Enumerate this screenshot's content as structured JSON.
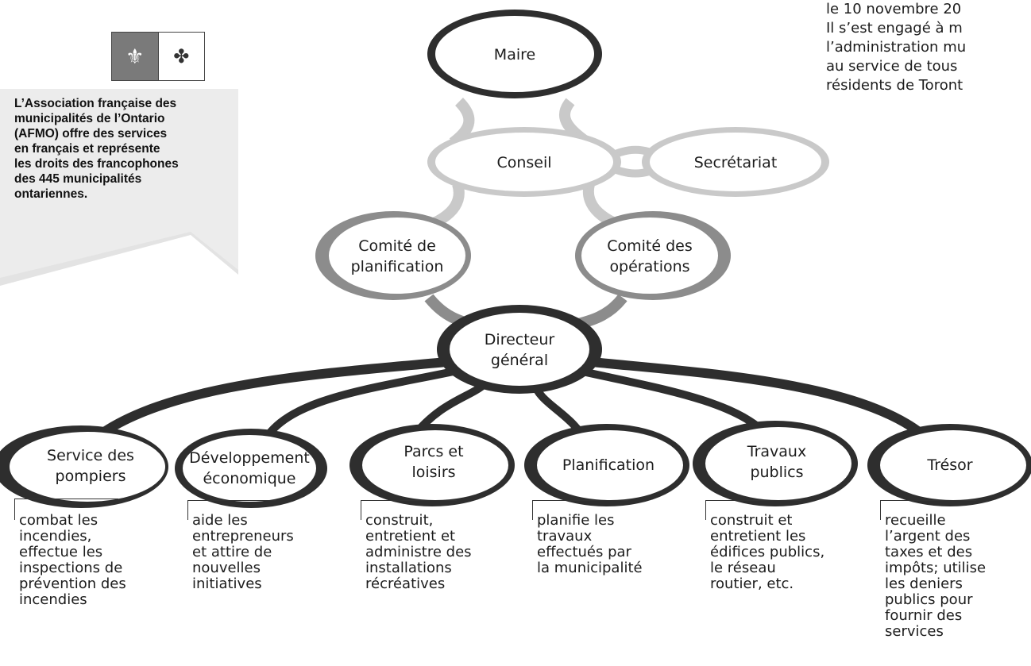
{
  "callout": {
    "text": "L’Association française des\nmunicipalités de l’Ontario\n(AFMO) offre des services\nen français et représente\nles droits des francophones\ndes 445 municipalités\nontariennes.",
    "flag_left_icon": "fleur-de-lis-icon",
    "flag_right_icon": "trillium-icon"
  },
  "side_text": "le 10 novembre 20\nIl s’est engagé à m\nl’administration mu\nau service de tous\nrésidents de Toront",
  "nodes": {
    "maire": "Maire",
    "conseil": "Conseil",
    "secretariat": "Secrétariat",
    "comite_planif_1": "Comité de",
    "comite_planif_2": "planification",
    "comite_oper_1": "Comité des",
    "comite_oper_2": "opérations",
    "directeur_1": "Directeur",
    "directeur_2": "général",
    "pompiers_1": "Service des",
    "pompiers_2": "pompiers",
    "dev_1": "Développement",
    "dev_2": "économique",
    "parcs_1": "Parcs et",
    "parcs_2": "loisirs",
    "planification": "Planification",
    "travaux_1": "Travaux",
    "travaux_2": "publics",
    "tresor": "Trésor"
  },
  "descriptions": {
    "pompiers": "combat les\nincendies,\neffectue les\ninspections de\nprévention des\nincendies",
    "dev": "aide les\nentrepreneurs\net attire de\nnouvelles\ninitiatives",
    "parcs": "construit,\nentretient et\nadministre des\ninstallations\nrécréatives",
    "planification": "planifie les\ntravaux\neffectués par\nla municipalité",
    "travaux": "construit et\nentretient les\nédifices publics,\nle réseau\nroutier, etc.",
    "tresor": "recueille\nl’argent des\ntaxes et des\nimpôts; utilise\nles deniers\npublics pour\nfournir des\nservices"
  },
  "colors": {
    "dark": "#2e2e2e",
    "mid": "#8c8c8c",
    "light": "#c9c9c9",
    "callout_bg": "#e4e4e4"
  }
}
